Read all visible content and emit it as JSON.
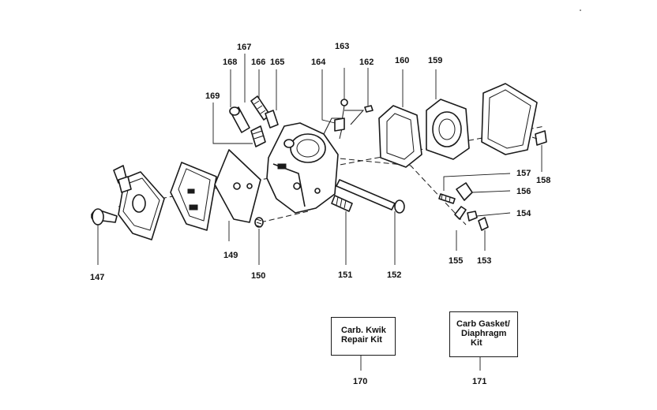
{
  "callouts": {
    "p147": "147",
    "p149": "149",
    "p150": "150",
    "p151": "151",
    "p152": "152",
    "p153": "153",
    "p154": "154",
    "p155": "155",
    "p156": "156",
    "p157": "157",
    "p158": "158",
    "p159": "159",
    "p160": "160",
    "p162": "162",
    "p163": "163",
    "p164": "164",
    "p165": "165",
    "p166": "166",
    "p167": "167",
    "p168": "168",
    "p169": "169",
    "p170": "170",
    "p171": "171"
  },
  "kits": {
    "repair_kit": {
      "line1": "Carb. Kwik",
      "line2": "Repair Kit"
    },
    "gasket_kit": {
      "line1": "Carb Gasket/",
      "line2": "Diaphragm",
      "line3": "Kit"
    }
  }
}
